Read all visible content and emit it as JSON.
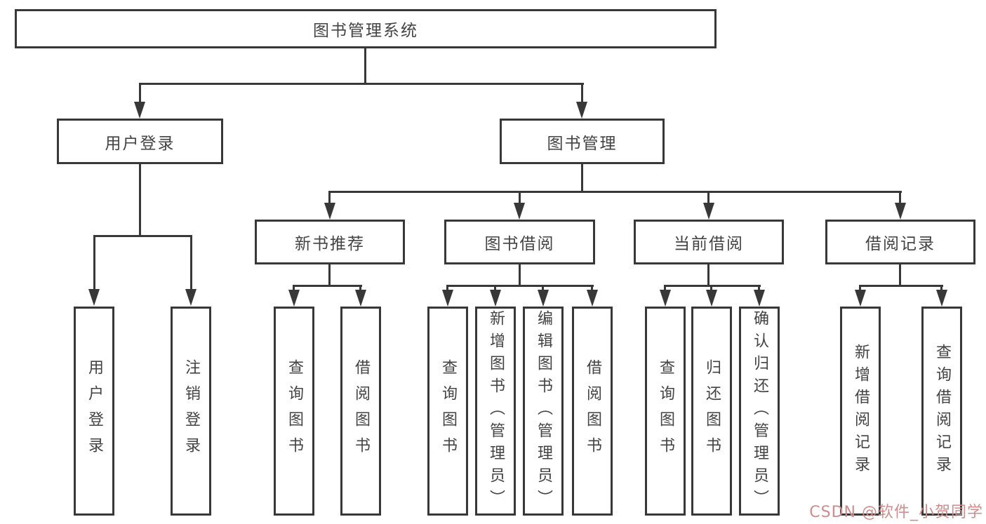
{
  "tree": {
    "label": "图书管理系统",
    "children": [
      {
        "label": "用户登录",
        "children": [
          {
            "label": "用户登录"
          },
          {
            "label": "注销登录"
          }
        ]
      },
      {
        "label": "图书管理",
        "children": [
          {
            "label": "新书推荐",
            "children": [
              {
                "label": "查询图书"
              },
              {
                "label": "借阅图书"
              }
            ]
          },
          {
            "label": "图书借阅",
            "children": [
              {
                "label": "查询图书"
              },
              {
                "label": "新增图书（管理员）"
              },
              {
                "label": "编辑图书（管理员）"
              },
              {
                "label": "借阅图书"
              }
            ]
          },
          {
            "label": "当前借阅",
            "children": [
              {
                "label": "查询图书"
              },
              {
                "label": "归还图书"
              },
              {
                "label": "确认归还（管理员）"
              }
            ]
          },
          {
            "label": "借阅记录",
            "children": [
              {
                "label": "新增借阅记录"
              },
              {
                "label": "查询借阅记录"
              }
            ]
          }
        ]
      }
    ]
  },
  "watermark": {
    "text": "CSDN @软件_小贺同学"
  },
  "colors": {
    "line": "#383838",
    "text": "#434343",
    "background": "#ffffff",
    "watermark": "#d08c8c"
  }
}
